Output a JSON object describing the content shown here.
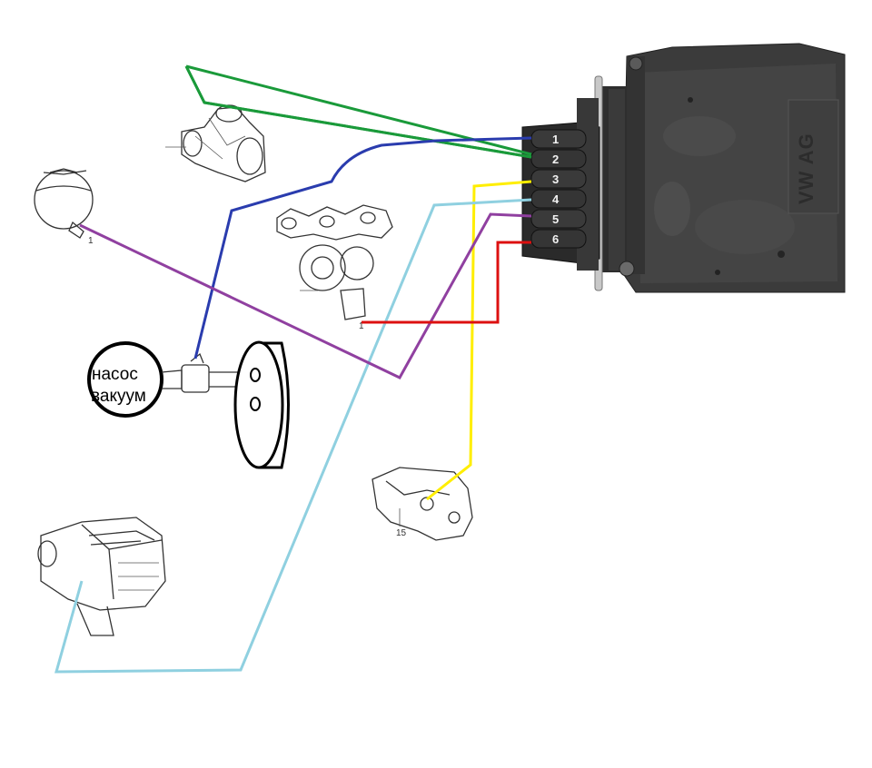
{
  "pump": {
    "line1": "насос",
    "line2": "вакуум"
  },
  "valve_block": {
    "brand": "VW AG",
    "ports": [
      "1",
      "2",
      "3",
      "4",
      "5",
      "6"
    ]
  },
  "part_numbers": {
    "turbo_callout": "1",
    "tank_callout": "1",
    "bracket_callout": "15"
  },
  "hose_colors": {
    "egr_valve": "#1a9a3a",
    "vacuum_pump": "#2a3cae",
    "bracket": "#ffee00",
    "air_filter": "#8fd0e0",
    "reservoir": "#9040a0",
    "turbo": "#dd1010"
  }
}
